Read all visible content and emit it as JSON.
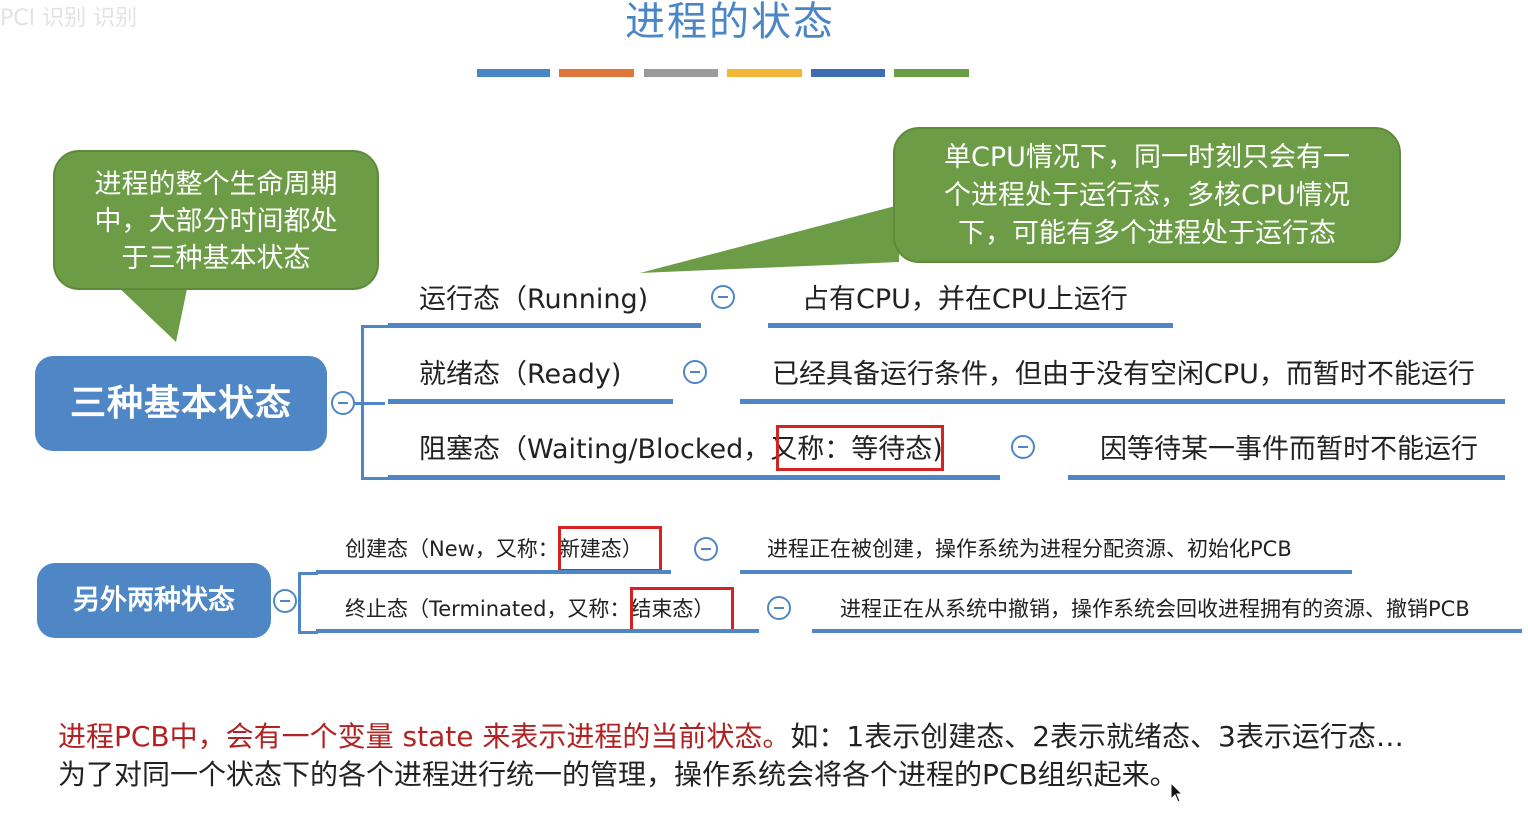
{
  "watermark": "PCI 识别 识别",
  "title": "进程的状态",
  "title_stripes": [
    "#4a86c5",
    "#e0773a",
    "#9a9a9a",
    "#f2b73a",
    "#3f6db3",
    "#6a9e45"
  ],
  "bubbles": {
    "life_cycle": [
      "进程的整个生命周期",
      "中，大部分时间都处",
      "于三种基本状态"
    ],
    "single_cpu": [
      "单CPU情况下，同一时刻只会有一",
      "个进程处于运行态，多核CPU情况",
      "下，可能有多个进程处于运行态"
    ]
  },
  "basic": {
    "root": "三种基本状态",
    "states": [
      {
        "label": "运行态（Running)",
        "desc": "占有CPU，并在CPU上运行"
      },
      {
        "label": "就绪态（Ready)",
        "desc": "已经具备运行条件，但由于没有空闲CPU，而暂时不能运行"
      },
      {
        "label_pre": "阻塞态（Waiting/Blocked，",
        "label_box": "又称：等待态",
        "label_post": ")",
        "desc": "因等待某一事件而暂时不能运行"
      }
    ]
  },
  "other": {
    "root": "另外两种状态",
    "states": [
      {
        "label_pre": "创建态（New，又称：",
        "label_box": "新建态）",
        "desc": "进程正在被创建，操作系统为进程分配资源、初始化PCB"
      },
      {
        "label_pre": "终止态（Terminated，又称：",
        "label_box": "结束态）",
        "desc": "进程正在从系统中撤销，操作系统会回收进程拥有的资源、撤销PCB"
      }
    ]
  },
  "note": {
    "line1_red": "进程PCB中，会有一个变量 state 来表示进程的当前状态。",
    "line1_black": "如：1表示创建态、2表示就绪态、3表示运行态…",
    "line2": "为了对同一个状态下的各个进程进行统一的管理，操作系统会将各个进程的PCB组织起来。"
  },
  "colors": {
    "blue": "#4f86c6",
    "green": "#6c9c45",
    "red_box": "#d42323",
    "red_text": "#b22222"
  }
}
